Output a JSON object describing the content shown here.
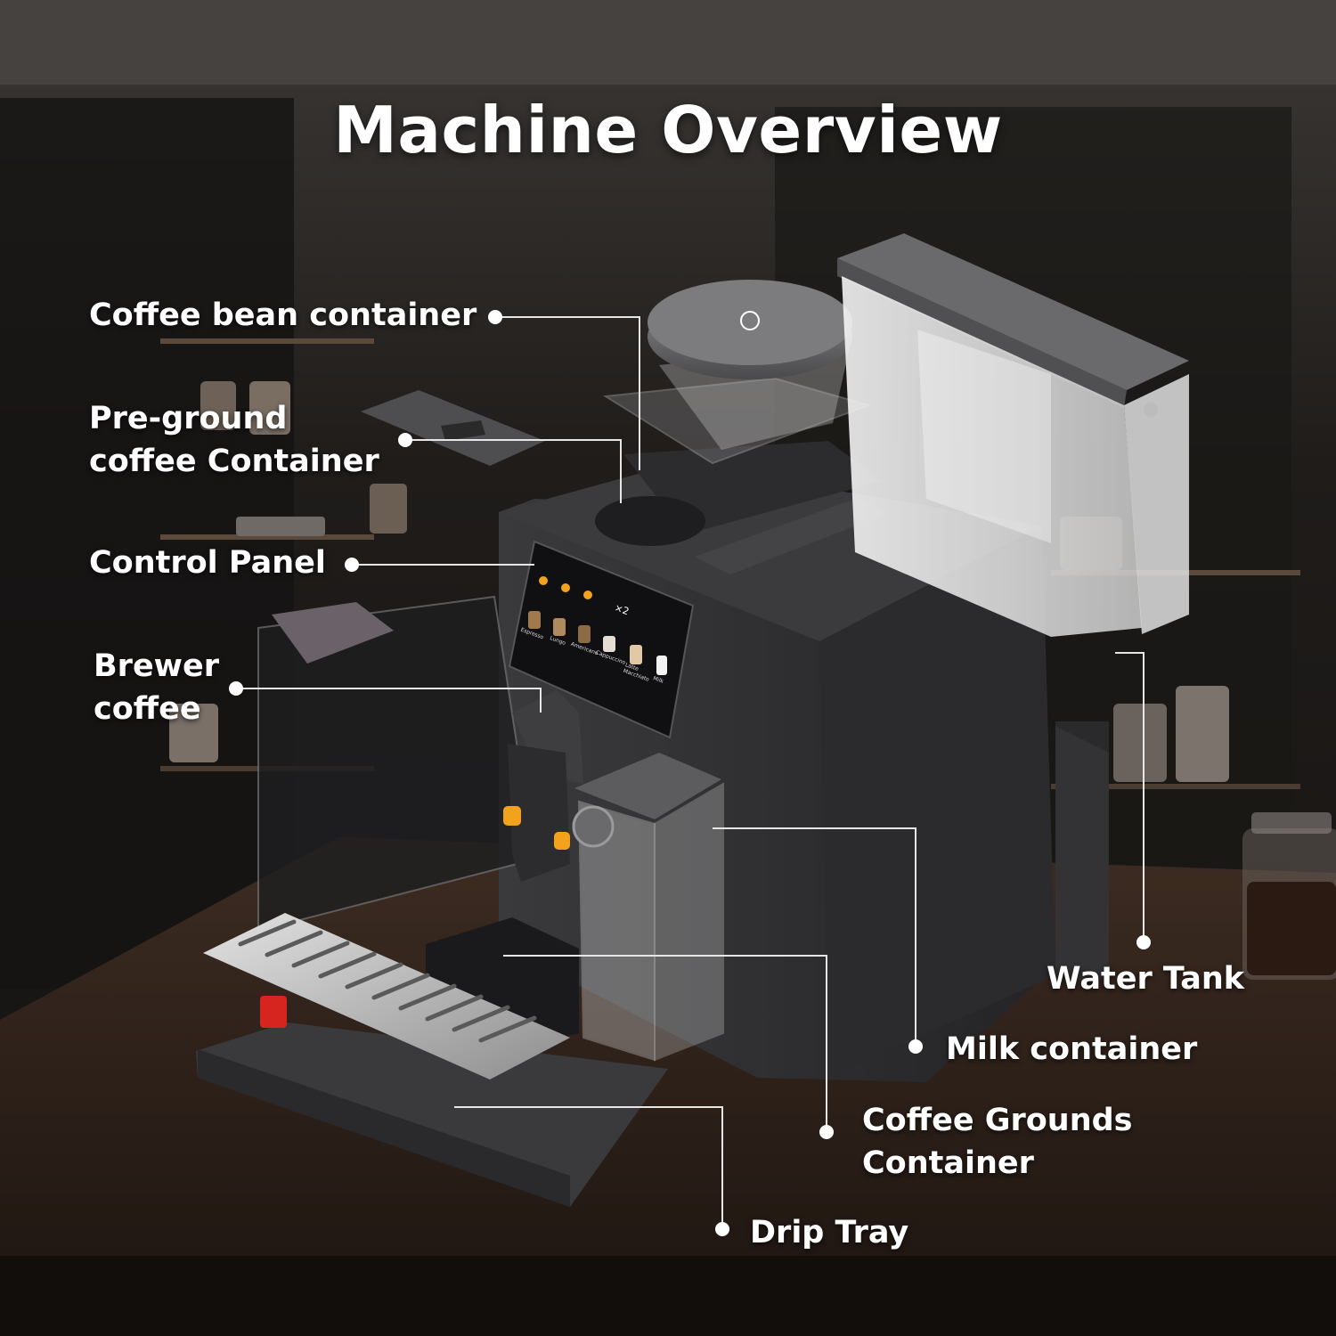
{
  "title": "Machine Overview",
  "colors": {
    "background": "#1b1816",
    "counter": "#3a2a20",
    "machine_body": "#2e2e30",
    "text": "#ffffff",
    "leader_line": "#e6e6e6",
    "accent_orange": "#f2a21b",
    "accent_red": "#d6241e"
  },
  "callouts": {
    "coffee_bean_container": {
      "text": "Coffee bean container"
    },
    "pre_ground_container": {
      "line1": "Pre-ground",
      "line2": "coffee Container"
    },
    "control_panel": {
      "text": "Control Panel"
    },
    "brewer": {
      "line1": "Brewer",
      "line2": "coffee"
    },
    "water_tank": {
      "text": "Water Tank"
    },
    "milk_container": {
      "text": "Milk container"
    },
    "coffee_grounds_container": {
      "line1": "Coffee Grounds",
      "line2": "Container"
    },
    "drip_tray": {
      "text": "Drip Tray"
    }
  },
  "control_panel_screen": {
    "drink_labels": [
      "Espresso",
      "Lungo",
      "Americano",
      "Cappuccino",
      "Latte Macchiato",
      "Milk"
    ],
    "multiplier": "×2"
  }
}
